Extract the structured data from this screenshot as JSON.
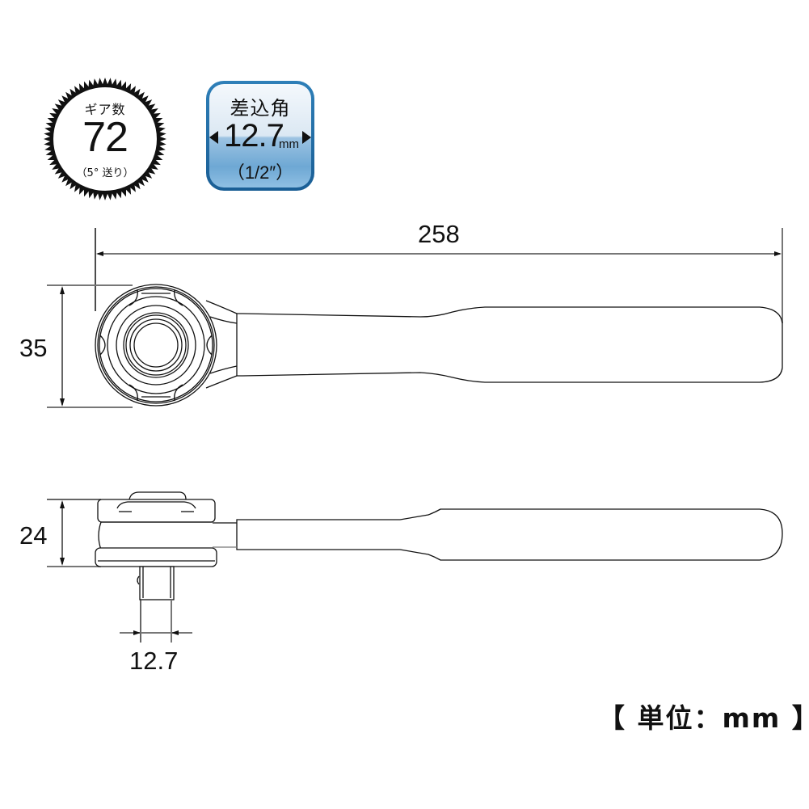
{
  "gear_badge": {
    "label": "ギア数",
    "count": "72",
    "feed": "（5°  送り）"
  },
  "drive_badge": {
    "title": "差込角",
    "value": "12.7",
    "unit": "mm",
    "inch": "（1/2″）",
    "colors": {
      "border": "#1f6aa5",
      "top": "#f4f8fc",
      "bottom": "#6ea8d4"
    }
  },
  "dimensions": {
    "overall_length": "258",
    "head_width": "35",
    "head_thickness": "24",
    "drive_square": "12.7"
  },
  "unit_note": "【 単位：mm 】"
}
